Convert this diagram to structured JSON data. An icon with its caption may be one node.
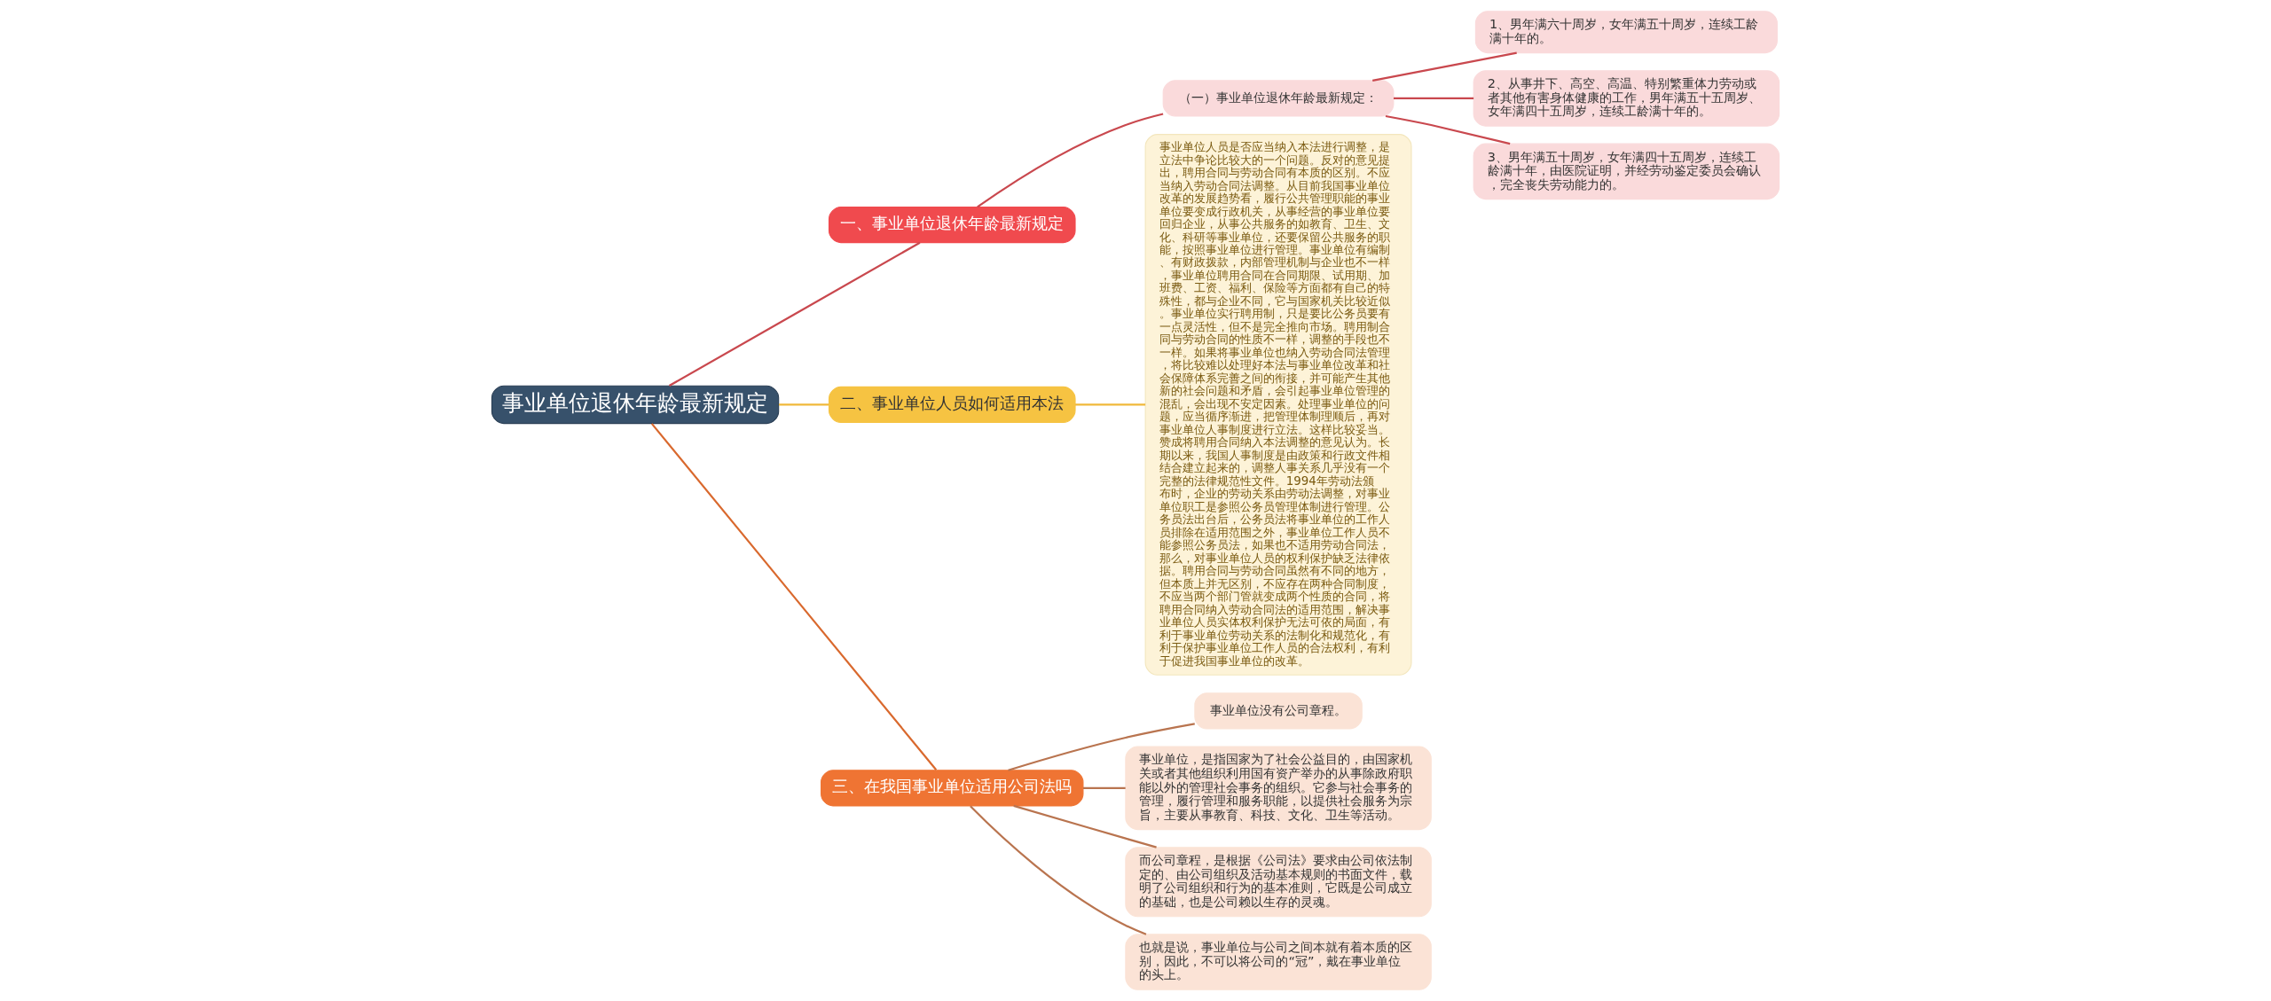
{
  "diagram": {
    "nodes": [
      {
        "text": [
          "事业单位退休年龄最新规定"
        ]
      },
      {
        "text": [
          "一、事业单位退休年龄最新规定"
        ]
      },
      {
        "text": [
          "（一）事业单位退休年龄最新规定："
        ]
      },
      {
        "text": [
          "1、男年满六十周岁，女年满五十周岁，连续工龄满十年的。"
        ]
      },
      {
        "text": [
          "2、从事井下、高空、高温、特别繁重体力劳动或者其他有害身体健康的工作，男年满五十五周岁、女年满四十五周岁，连续工龄满十年的。"
        ]
      },
      {
        "text": [
          "3、男年满五十周岁，女年满四十五周岁，连续工龄满十年，由医院证明，并经劳动鉴定委员会确认，完全丧失劳动能力的。"
        ]
      },
      {
        "text": [
          "二、事业单位人员如何适用本法"
        ]
      },
      {
        "text": [
          "事业单位人员是否应当纳入本法进行调整，是立法中争论比较大的一个问题。反对的意见提出，聘用合同与劳动合同有本质的区别。不应当纳入劳动合同法调整。从目前我国事业单位改革的发展趋势看，履行公共管理职能的事业单位要变成行政机关，从事经营的事业单位要回归企业，从事公共服务的如教育、卫生、文化、科研等事业单位，还要保留公共服务的职能，按照事业单位进行管理。事业单位有编制、有财政拨款，内部管理机制与企业也不一样，事业单位聘用合同在合同期限、试用期、加班费、工资、福利、保险等方面都有自己的特殊性，都与企业不同，它与国家机关比较近似。事业单位实行聘用制，只是要比公务员要有一点灵活性，但不是完全推向市场。聘用制合同与劳动合同的性质不一样，调整的手段也不一样。如果将事业单位也纳入劳动合同法管理，将比较难以处理好本法与事业单位改革和社会保障体系完善之间的衔接，并可能产生其他新的社会问题和矛盾，会引起事业单位管理的混乱，会出现不安定因素。处理事业单位的问题，应当循序渐进，把管理体制理顺后，再对事业单位人事制度进行立法。这样比较妥当。赞成将聘用合同纳入本法调整的意见认为。长期以来，我国人事制度是由政策和行政文件相结合建立起来的，调整人事关系几乎没有一个完整的法律规范性文件。1994年劳动法颁布时，企业的劳动关系由劳动法调整，对事业单位职工是参照公务员管理体制进行管理。公务员法出台后，公务员法将事业单位的工作人员排除在适用范围之外，事业单位工作人员不能参照公务员法，如果也不适用劳动合同法，那么，对事业单位人员的权利保护缺乏法律依据。聘用合同与劳动合同虽然有不同的地方，但本质上并无区别，不应存在两种合同制度，不应当两个部门管就变成两个性质的合同，将聘用合同纳入劳动合同法的适用范围，解决事业单位人员实体权利保护无法可依的局面，有利于事业单位劳动关系的法制化和规范化，有利于保护事业单位工作人员的合法权利，有利于促进我国事业单位的改革。"
        ]
      },
      {
        "text": [
          "三、在我国事业单位适用公司法吗"
        ]
      },
      {
        "text": [
          "事业单位没有公司章程。"
        ]
      },
      {
        "text": [
          "事业单位，是指国家为了社会公益目的，由国家机关或者其他组织利用国有资产举办的从事除政府职能以外的管理社会事务的组织。它参与社会事务的管理，履行管理和服务职能，以提供社会服务为宗旨，主要从事教育、科技、文化、卫生等活动。"
        ]
      },
      {
        "text": [
          "而公司章程，是根据《公司法》要求由公司依法制定的、由公司组织及活动基本规则的书面文件，载明了公司组织和行为的基本准则，它既是公司成立的基础，也是公司赖以生存的灵魂。"
        ]
      },
      {
        "text": [
          "也就是说，事业单位与公司之间本就有着本质的区别，因此，不可以将公司的“冠”，戴在事业单位的头上。"
        ]
      }
    ],
    "edges": [
      {
        "from": 0,
        "to": 1,
        "arrow": "none",
        "color": "#c9484e"
      },
      {
        "from": 1,
        "to": 2,
        "arrow": "none",
        "color": "#c9484e"
      },
      {
        "from": 2,
        "to": 3,
        "arrow": "none",
        "color": "#c9484e"
      },
      {
        "from": 2,
        "to": 4,
        "arrow": "none",
        "color": "#c9484e"
      },
      {
        "from": 2,
        "to": 5,
        "arrow": "none",
        "color": "#c9484e"
      },
      {
        "from": 0,
        "to": 6,
        "arrow": "none",
        "color": "#f0b93a"
      },
      {
        "from": 6,
        "to": 7,
        "arrow": "none",
        "color": "#f0b93a"
      },
      {
        "from": 0,
        "to": 8,
        "arrow": "none",
        "color": "#d9692e"
      },
      {
        "from": 8,
        "to": 9,
        "arrow": "none",
        "color": "#b9744f"
      },
      {
        "from": 8,
        "to": 10,
        "arrow": "none",
        "color": "#b9744f"
      },
      {
        "from": 8,
        "to": 11,
        "arrow": "none",
        "color": "#b9744f"
      },
      {
        "from": 8,
        "to": 12,
        "arrow": "none",
        "color": "#b9744f"
      }
    ]
  }
}
